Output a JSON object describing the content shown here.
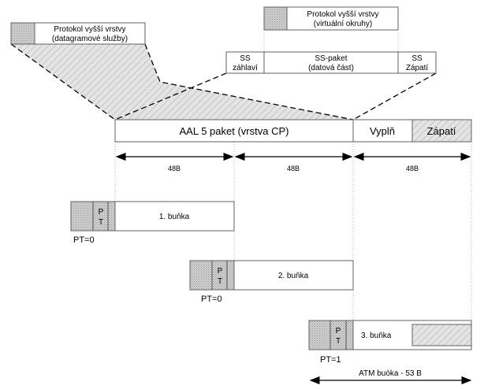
{
  "diagram": {
    "upper_protocol_datagram": {
      "line1": "Protokol vyšší vrstvy",
      "line2": "(datagramové služby)"
    },
    "upper_protocol_virtual": {
      "line1": "Protokol vyšší vrstvy",
      "line2": "(virtuální okruhy)"
    },
    "ss_row": {
      "header": {
        "line1": "SS",
        "line2": "záhlaví"
      },
      "payload": {
        "line1": "SS-paket",
        "line2": "(datová část)"
      },
      "trailer": {
        "line1": "SS",
        "line2": "Zápatí"
      }
    },
    "aal_row": {
      "packet": "AAL 5 paket (vrstva CP)",
      "padding": "Vyplň",
      "trailer": "Zápatí"
    },
    "segments": [
      "48B",
      "48B",
      "48B"
    ],
    "cells": [
      {
        "pt_label_top": "P",
        "pt_label_bottom": "T",
        "name": "1. buňka",
        "pt_value": "PT=0"
      },
      {
        "pt_label_top": "P",
        "pt_label_bottom": "T",
        "name": "2. buňka",
        "pt_value": "PT=0"
      },
      {
        "pt_label_top": "P",
        "pt_label_bottom": "T",
        "name": "3. buňka",
        "pt_value": "PT=1"
      }
    ],
    "atm_cell_size": "ATM buòka - 53 B",
    "colors": {
      "gray_fill": "#c8c8c8",
      "hatch_fill": "#dcdcdc",
      "border": "#606060",
      "dotted": "#b0b0b0"
    }
  }
}
